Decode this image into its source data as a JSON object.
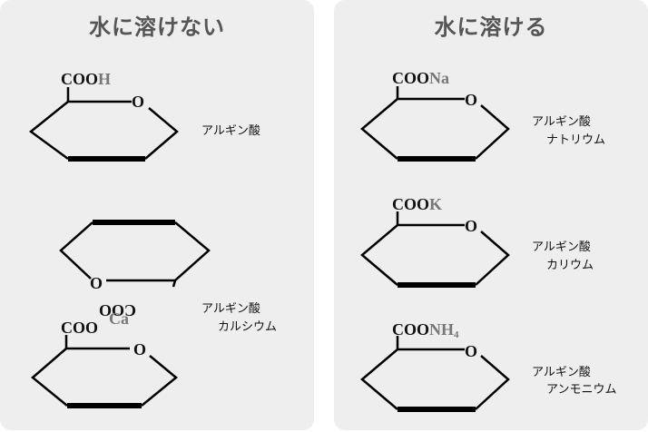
{
  "left_panel": {
    "title": "水に溶けない",
    "alginic_acid": {
      "group_c": "COO",
      "group_h": "H",
      "ring_o": "O",
      "name": "アルギン酸"
    },
    "calcium_alginate": {
      "ring_o_top": "O",
      "group_top": "COO",
      "ion": "Ca",
      "group_bottom": "COO",
      "ring_o_bottom": "O",
      "name_line1": "アルギン酸",
      "name_line2": "カルシウム"
    }
  },
  "right_panel": {
    "title": "水に溶ける",
    "sodium": {
      "group_c": "COO",
      "group_ion": "Na",
      "ring_o": "O",
      "name_line1": "アルギン酸",
      "name_line2": "ナトリウム"
    },
    "potassium": {
      "group_c": "COO",
      "group_ion": "K",
      "ring_o": "O",
      "name_line1": "アルギン酸",
      "name_line2": "カリウム"
    },
    "ammonium": {
      "group_c": "COO",
      "group_ion": "NH",
      "group_sub": "4",
      "ring_o": "O",
      "name_line1": "アルギン酸",
      "name_line2": "アンモニウム"
    }
  }
}
